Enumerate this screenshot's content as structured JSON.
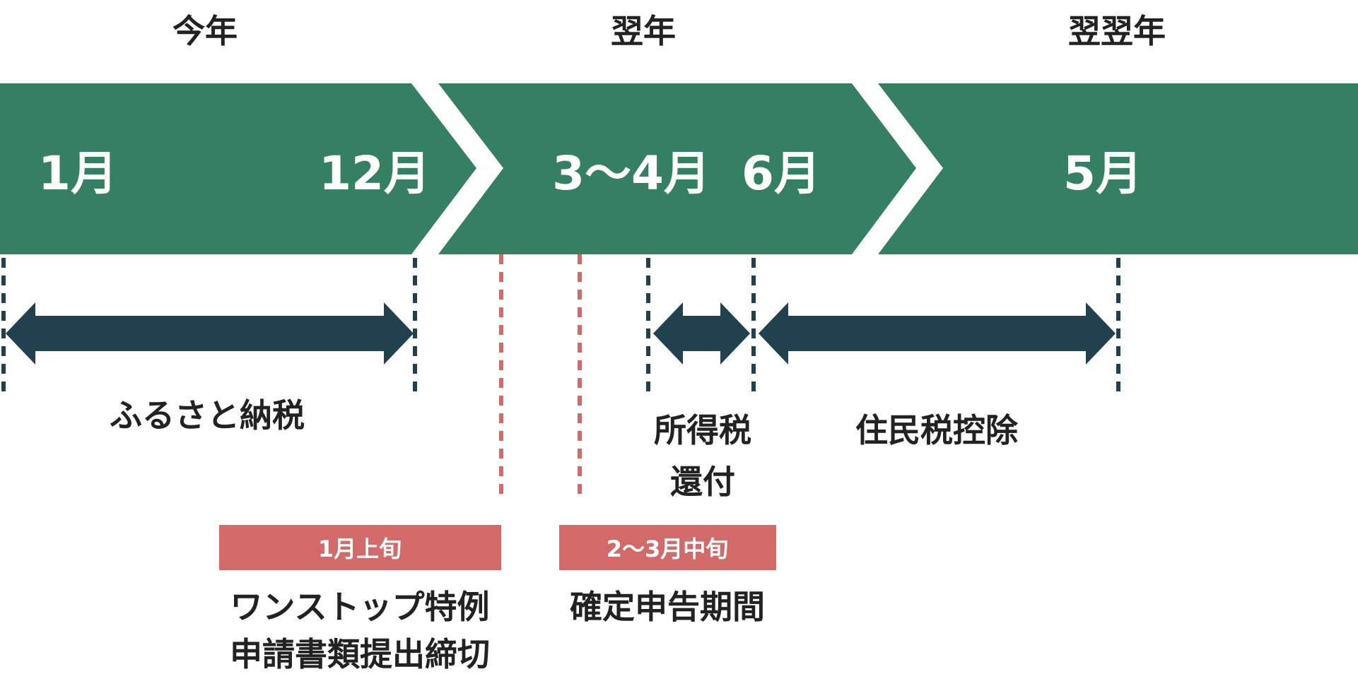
{
  "colors": {
    "band": "#357F63",
    "arrow": "#22414F",
    "accent": "#D26A6A",
    "text": "#222222",
    "white": "#ffffff"
  },
  "years": [
    "今年",
    "翌年",
    "翌翌年"
  ],
  "months": [
    "1月",
    "12月",
    "3〜4月",
    "6月",
    "5月"
  ],
  "spans": {
    "furusato": "ふるさと納税",
    "income_tax_refund": [
      "所得税",
      "還付"
    ],
    "resident_tax": "住民税控除"
  },
  "events": {
    "one_stop": {
      "badge": "1月上旬",
      "label": [
        "ワンストップ特例",
        "申請書類提出締切"
      ]
    },
    "tax_return": {
      "badge": "2〜3月中旬",
      "label": "確定申告期間"
    }
  }
}
